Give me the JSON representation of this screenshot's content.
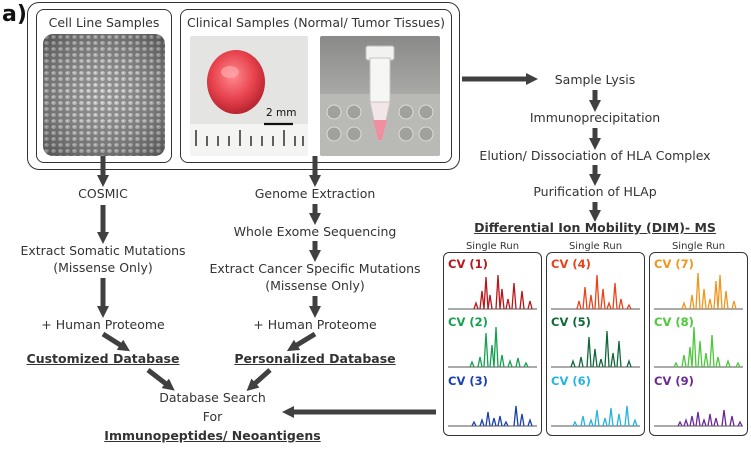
{
  "panel_label": "a)",
  "samples": {
    "cell_line": "Cell Line Samples",
    "clinical": "Clinical Samples (Normal/ Tumor Tissues)",
    "scale_bar": "2 mm"
  },
  "left_column": {
    "steps": [
      "COSMIC",
      "Extract Somatic Mutations",
      "(Missense Only)",
      "+ Human Proteome"
    ],
    "database": "Customized Database"
  },
  "middle_column": {
    "steps": [
      "Genome Extraction",
      "Whole Exome Sequencing",
      "Extract Cancer Specific Mutations",
      "(Missense Only)",
      "+ Human Proteome"
    ],
    "database": "Personalized Database"
  },
  "right_column": {
    "steps": [
      "Sample Lysis",
      "Immunoprecipitation",
      "Elution/ Dissociation of HLA Complex",
      "Purification of HLAp"
    ],
    "method": "Differential Ion Mobility (DIM)- MS"
  },
  "search": {
    "line1": "Database Search",
    "line2": "For",
    "line3": "Immunopeptides/ Neoantigens"
  },
  "runs": [
    {
      "label": "Single Run",
      "cvs": [
        {
          "name": "CV (1)",
          "color": "#b8161a"
        },
        {
          "name": "CV (2)",
          "color": "#14a050"
        },
        {
          "name": "CV (3)",
          "color": "#1a3fb0"
        }
      ]
    },
    {
      "label": "Single Run",
      "cvs": [
        {
          "name": "CV (4)",
          "color": "#e8421a"
        },
        {
          "name": "CV (5)",
          "color": "#10693a"
        },
        {
          "name": "CV (6)",
          "color": "#26b4e0"
        }
      ]
    },
    {
      "label": "Single Run",
      "cvs": [
        {
          "name": "CV (7)",
          "color": "#f0961e"
        },
        {
          "name": "CV (8)",
          "color": "#4cc83a"
        },
        {
          "name": "CV (9)",
          "color": "#6a2a96"
        }
      ]
    }
  ],
  "colors": {
    "arrow": "#404040",
    "outline": "#333333",
    "tissue": "#e8444e"
  }
}
